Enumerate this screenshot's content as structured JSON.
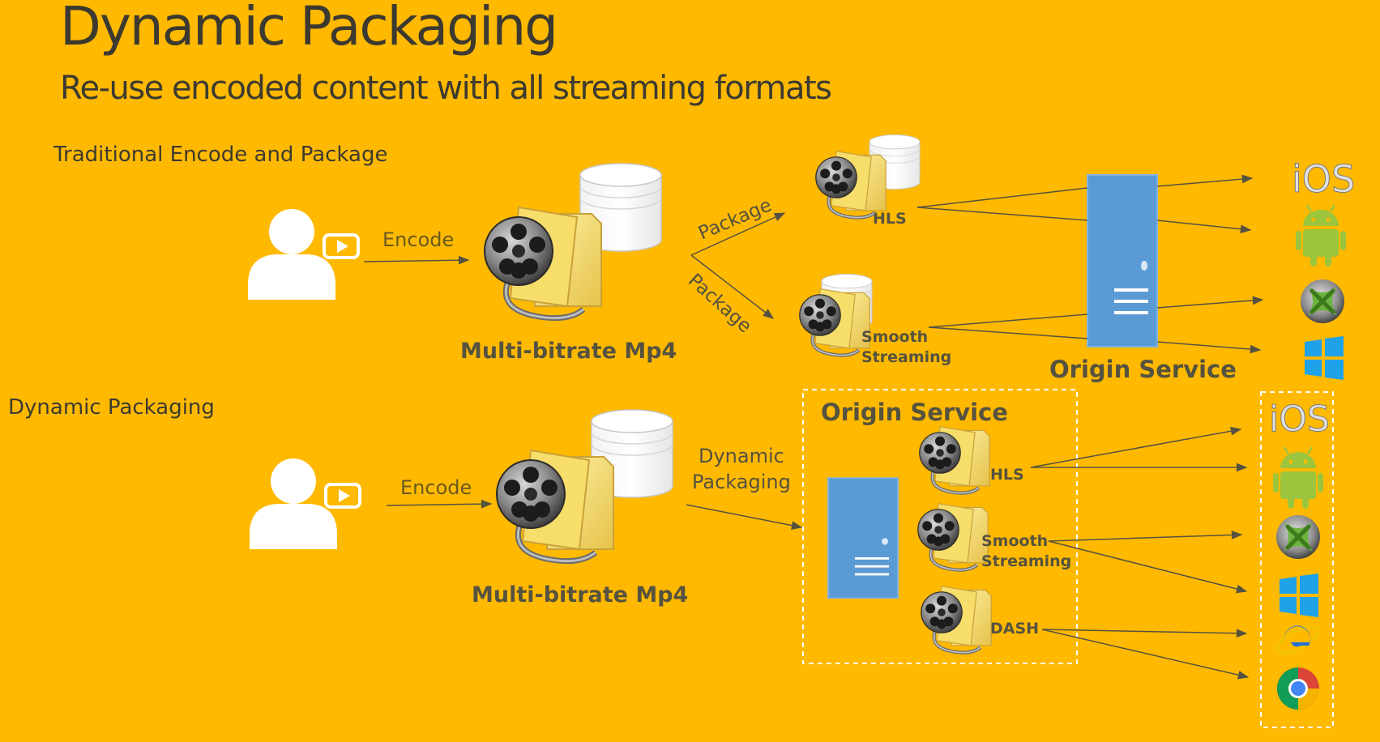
{
  "title": "Dynamic Packaging",
  "subtitle": "Re-use encoded content with all streaming formats",
  "sections": {
    "traditional": "Traditional Encode and Package",
    "dynamic": "Dynamic Packaging"
  },
  "traditional": {
    "encode_label": "Encode",
    "mp4_label": "Multi-bitrate Mp4",
    "package_label_1": "Package",
    "package_label_2": "Package",
    "hls_label": "HLS",
    "smooth_line1": "Smooth",
    "smooth_line2": "Streaming",
    "origin_label": "Origin Service",
    "clients": [
      "iOS",
      "Android",
      "Xbox",
      "Windows"
    ]
  },
  "dynamic": {
    "encode_label": "Encode",
    "mp4_label": "Multi-bitrate Mp4",
    "dp_line1": "Dynamic",
    "dp_line2": "Packaging",
    "origin_label": "Origin Service",
    "hls_label": "HLS",
    "smooth_line1": "Smooth",
    "smooth_line2": "Streaming",
    "dash_label": "DASH",
    "clients": [
      "iOS",
      "Android",
      "Xbox",
      "Windows",
      "Internet Explorer",
      "Chrome"
    ]
  },
  "ios_text": "iOS",
  "colors": {
    "background": "#FFB900",
    "server_blue": "#5B9BD5",
    "text_dark": "#3c3a30",
    "android_green": "#9BC53D",
    "windows_blue": "#1FA2E8",
    "xbox_green": "#6DB33F"
  }
}
